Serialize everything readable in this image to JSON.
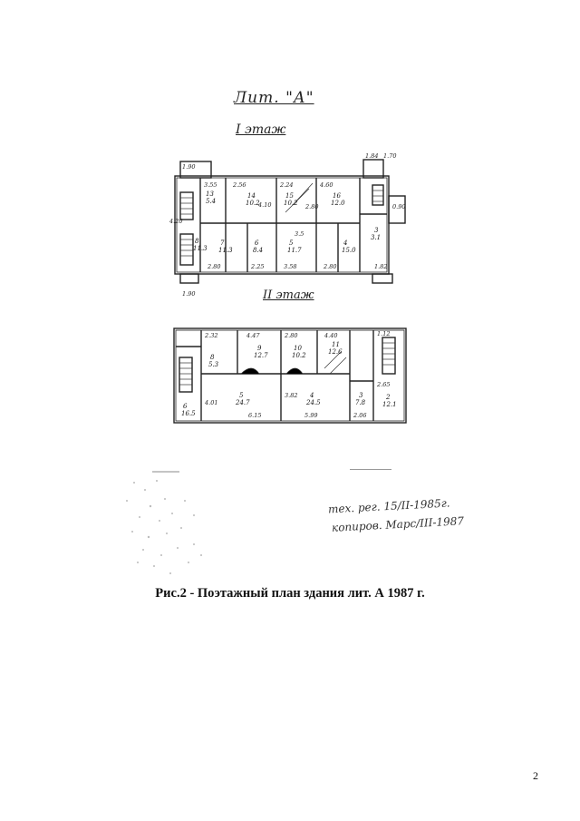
{
  "document": {
    "title_handwritten": "Лит. \"А\"",
    "floor1_label": "I этаж",
    "floor2_label": "II этаж",
    "handwritten_note_line1": "тех. рег. 15/II-1985г.",
    "handwritten_note_line2": "копиров. Марс/III-1987",
    "caption": "Рис.2 - Поэтажный план здания лит. А 1987 г.",
    "page_number": "2"
  },
  "floor1": {
    "dimensions": [
      "1.90",
      "3.55",
      "2.56",
      "2.24",
      "2.80",
      "4.60",
      "1.84",
      "1.70",
      "4.20",
      "4.10",
      "2.80",
      "2.25",
      "3.58",
      "2.80",
      "1.82",
      "1.90",
      "0.90",
      "3.5"
    ],
    "rooms": [
      {
        "no": "13",
        "area": "5.4"
      },
      {
        "no": "14",
        "area": "10.2"
      },
      {
        "no": "15",
        "area": "10.2"
      },
      {
        "no": "16",
        "area": "12.0"
      },
      {
        "no": "7",
        "area": "11.3"
      },
      {
        "no": "6",
        "area": "8.4"
      },
      {
        "no": "5",
        "area": "11.7"
      },
      {
        "no": "4",
        "area": "15.0"
      },
      {
        "no": "8",
        "area": "11.3"
      },
      {
        "no": "3",
        "area": "3.1"
      }
    ]
  },
  "floor2": {
    "dimensions": [
      "2.32",
      "4.47",
      "2.80",
      "4.40",
      "1.12",
      "4.01",
      "6.15",
      "5.99",
      "2.06",
      "3.82",
      "2.65"
    ],
    "rooms": [
      {
        "no": "9",
        "area": "12.7"
      },
      {
        "no": "10",
        "area": "10.2"
      },
      {
        "no": "11",
        "area": "12.6"
      },
      {
        "no": "6",
        "area": "16.5"
      },
      {
        "no": "5",
        "area": "24.7"
      },
      {
        "no": "4",
        "area": "24.5"
      },
      {
        "no": "2",
        "area": "12.1"
      },
      {
        "no": "3",
        "area": "7.8"
      },
      {
        "no": "8",
        "area": "5.3"
      }
    ]
  }
}
